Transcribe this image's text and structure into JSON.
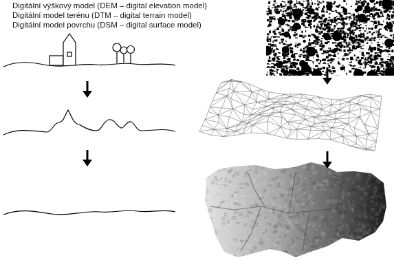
{
  "diagram": {
    "labels": [
      "Digitální výškový model (DEM – digital elevation model)",
      "Digitální model terénu (DTM – digital terrain model)",
      "Digitální model povrchu (DSM – digital surface model)"
    ]
  }
}
